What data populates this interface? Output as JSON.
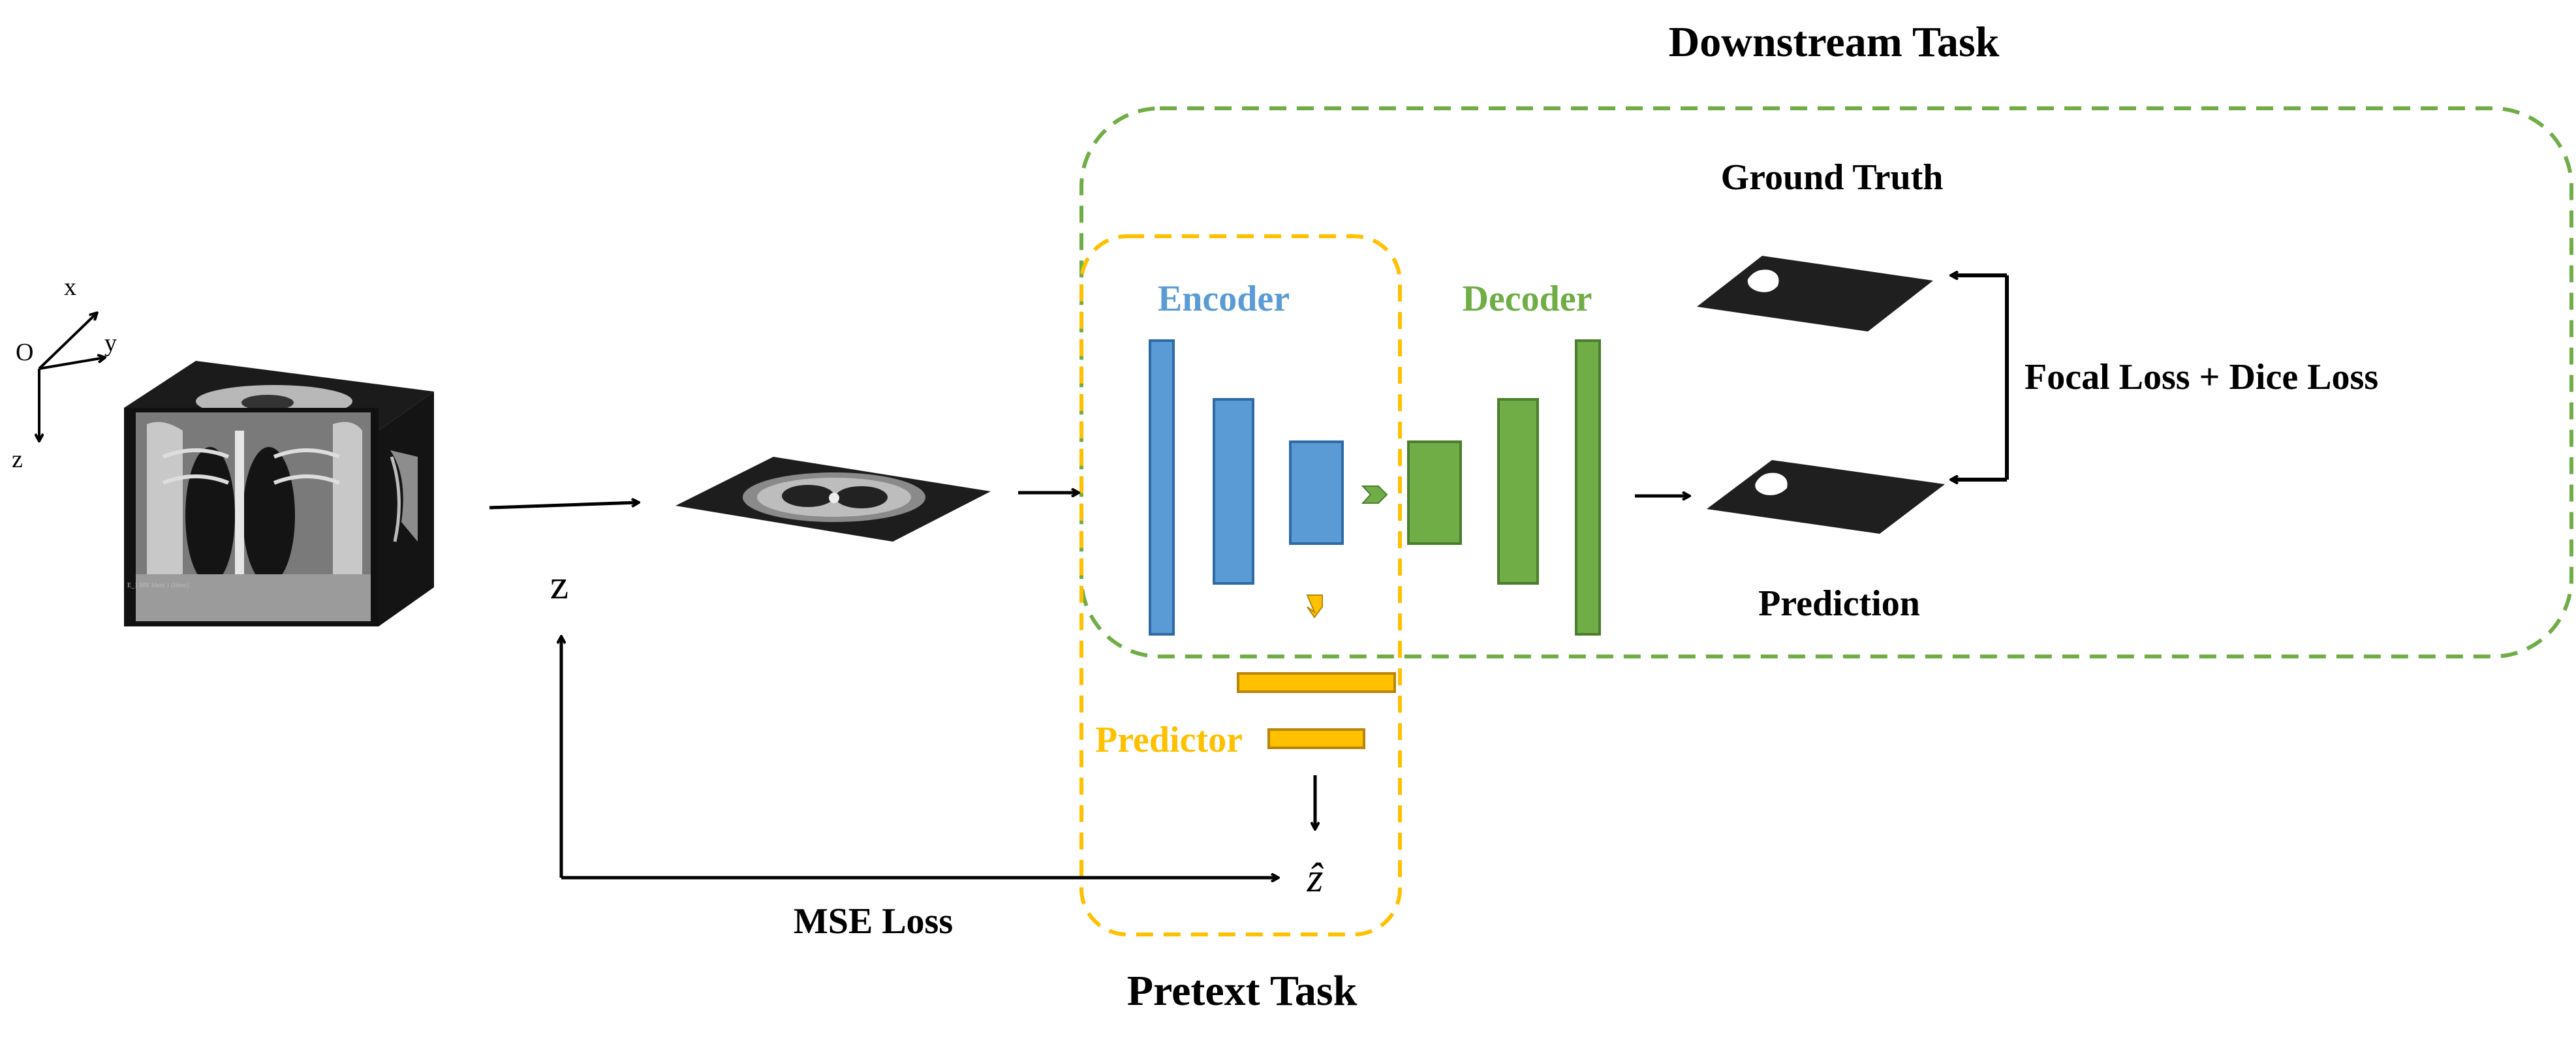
{
  "colors": {
    "encoder": "#5b9bd5",
    "encoder_stroke": "#2e6aa3",
    "decoder": "#70ad47",
    "decoder_stroke": "#4a7d2c",
    "predictor": "#ffc000",
    "predictor_stroke": "#b8860b",
    "downstream_border": "#70ad47",
    "pretext_border": "#ffc000",
    "text": "#000000"
  },
  "titles": {
    "downstream": "Downstream Task",
    "pretext": "Pretext Task"
  },
  "labels": {
    "encoder": "Encoder",
    "decoder": "Decoder",
    "predictor": "Predictor",
    "ground_truth": "Ground Truth",
    "prediction": "Prediction",
    "focal_dice_loss": "Focal Loss + Dice Loss",
    "mse_loss": "MSE Loss",
    "z": "z",
    "z_hat": "ẑ"
  },
  "axes": {
    "origin": "O",
    "x": "x",
    "y": "y",
    "z": "z"
  },
  "images": {
    "ct_volume": "ct-volume-3d",
    "ct_slice": "ct-axial-slice",
    "ground_truth_mask": "ground-truth-mask",
    "prediction_mask": "prediction-mask",
    "ct_volume_caption": "E_1 MR Ident 1 (Ident)"
  }
}
